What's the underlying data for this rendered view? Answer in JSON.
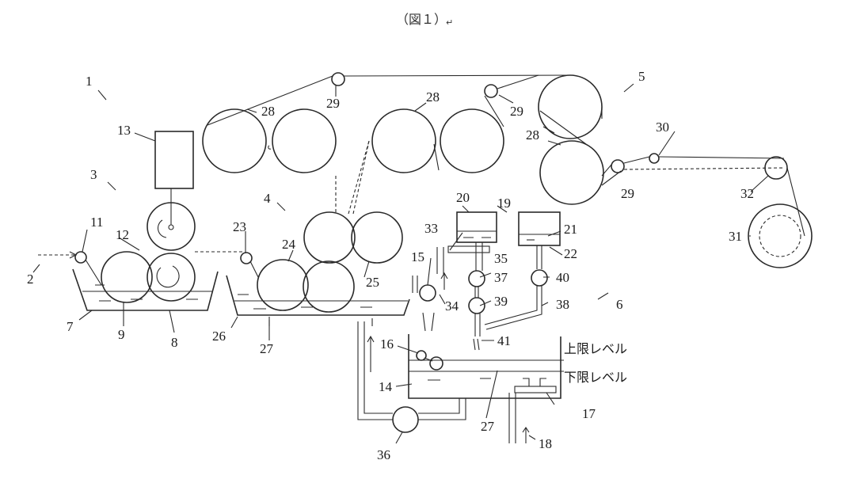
{
  "caption": "（図１）",
  "caption_mark": "↵",
  "labels": {
    "n1": "1",
    "n2": "2",
    "n3": "3",
    "n4": "4",
    "n5": "5",
    "n6": "6",
    "n7": "7",
    "n8": "8",
    "n9": "9",
    "n11": "11",
    "n12": "12",
    "n13": "13",
    "n14": "14",
    "n15": "15",
    "n16": "16",
    "n17": "17",
    "n18": "18",
    "n19": "19",
    "n20": "20",
    "n21": "21",
    "n22": "22",
    "n23": "23",
    "n24": "24",
    "n25": "25",
    "n26": "26",
    "n27a": "27",
    "n27b": "27",
    "n28a": "28",
    "n28b": "28",
    "n28c": "28",
    "n29a": "29",
    "n29b": "29",
    "n29c": "29",
    "n30": "30",
    "n31": "31",
    "n32": "32",
    "n33": "33",
    "n34": "34",
    "n35": "35",
    "n36": "36",
    "n37": "37",
    "n38": "38",
    "n39": "39",
    "n40": "40",
    "n41": "41"
  },
  "levels": {
    "upper": "上限レベル",
    "lower": "下限レベル"
  }
}
